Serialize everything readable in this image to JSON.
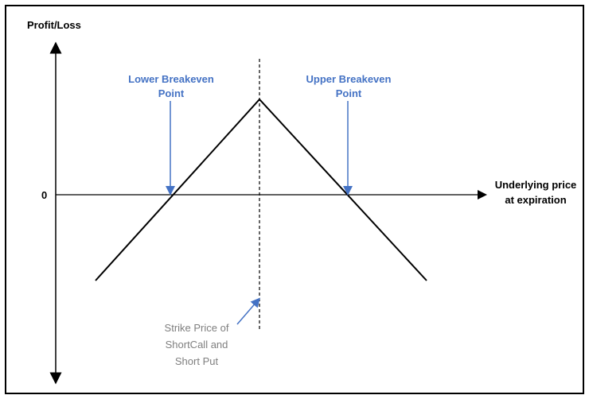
{
  "diagram": {
    "y_axis_label": "Profit/Loss",
    "zero_label": "0",
    "x_axis_label_line1": "Underlying price",
    "x_axis_label_line2": "at expiration",
    "lower_breakeven_line1": "Lower Breakeven",
    "lower_breakeven_line2": "Point",
    "upper_breakeven_line1": "Upper Breakeven",
    "upper_breakeven_line2": "Point",
    "strike_line1": "Strike Price of",
    "strike_line2": "ShortCall and",
    "strike_line3": "Short Put"
  },
  "colors": {
    "annotation_blue": "#4472C4",
    "strike_gray": "#7f7f7f",
    "line": "#000000"
  }
}
